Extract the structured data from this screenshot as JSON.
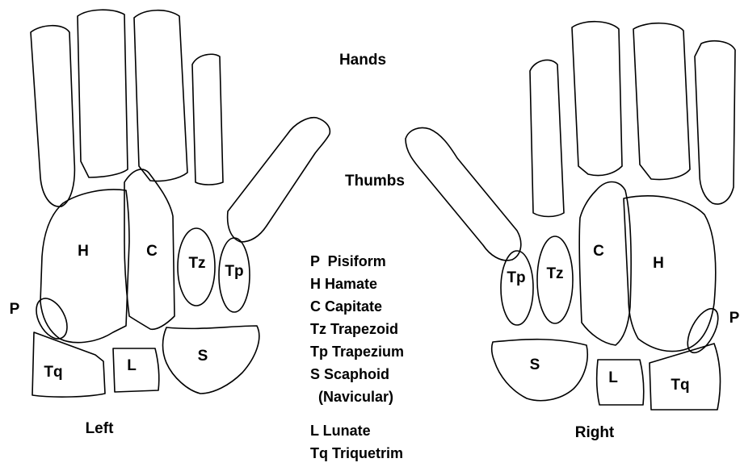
{
  "title": "Hands",
  "thumbs_label": "Thumbs",
  "left_label": "Left",
  "right_label": "Right",
  "bones": {
    "hamate": "H",
    "capitate": "C",
    "trapezoid": "Tz",
    "trapezium": "Tp",
    "pisiform": "P",
    "triquetrum": "Tq",
    "lunate": "L",
    "scaphoid": "S"
  },
  "legend": [
    "P  Pisiform",
    "H Hamate",
    "C Capitate",
    "Tz Trapezoid",
    "Tp Trapezium",
    "S Scaphoid",
    "  (Navicular)",
    "L Lunate",
    "Tq Triquetrim"
  ]
}
